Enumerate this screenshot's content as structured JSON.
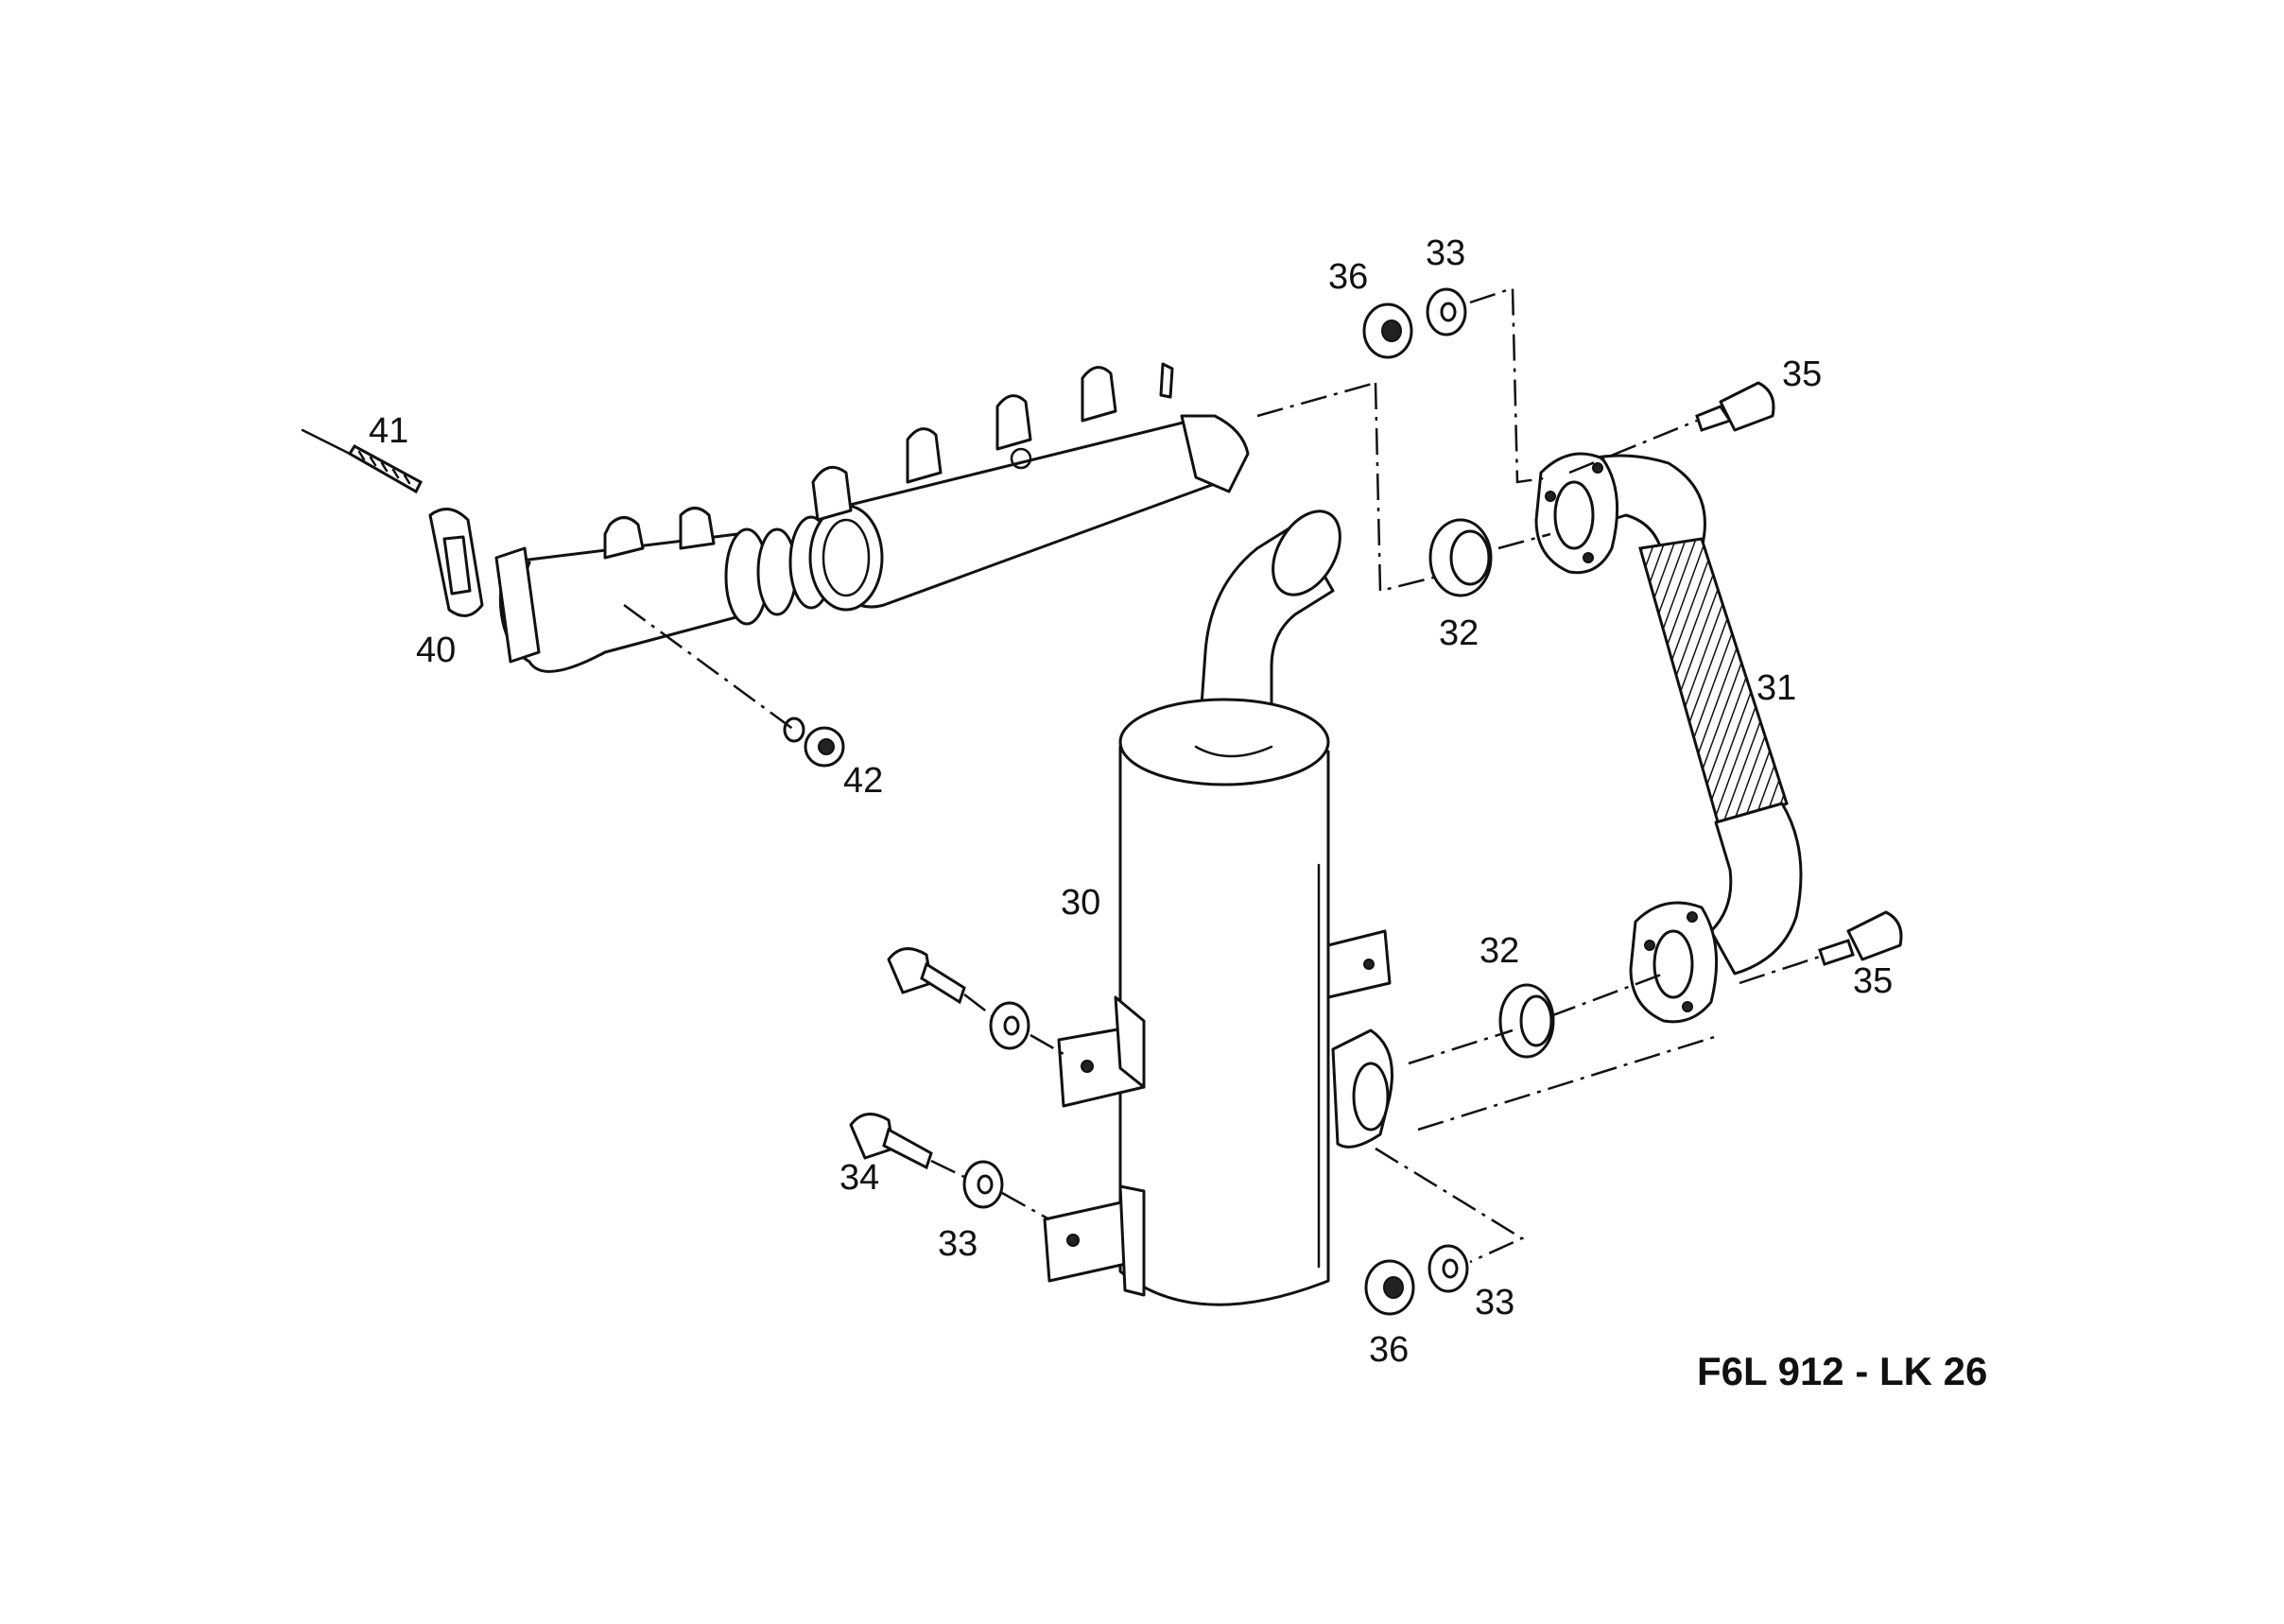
{
  "drawing_code": "F6L 912 - LK 26",
  "labels": {
    "p30": "30",
    "p31": "31",
    "p32_top": "32",
    "p32_bottom": "32",
    "p33_top": "33",
    "p33_left": "33",
    "p33_bottom": "33",
    "p34": "34",
    "p35_top": "35",
    "p35_bottom": "35",
    "p36_top": "36",
    "p36_bottom": "36",
    "p40": "40",
    "p41": "41",
    "p42": "42"
  }
}
